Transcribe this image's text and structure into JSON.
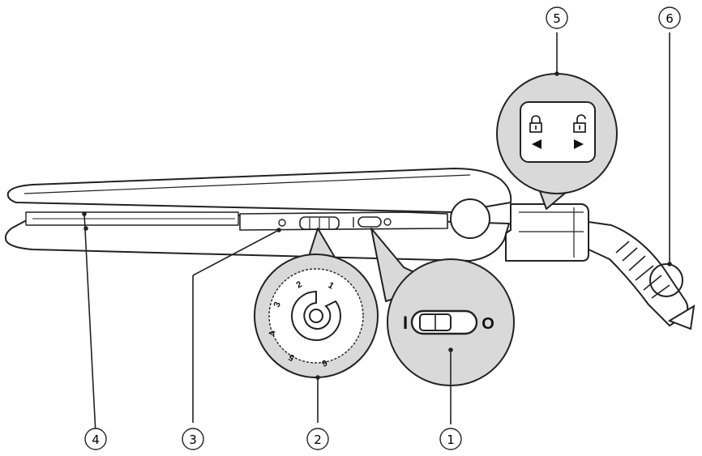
{
  "callouts": [
    {
      "id": "1",
      "label": "1"
    },
    {
      "id": "2",
      "label": "2"
    },
    {
      "id": "3",
      "label": "3"
    },
    {
      "id": "4",
      "label": "4"
    },
    {
      "id": "5",
      "label": "5"
    },
    {
      "id": "6",
      "label": "6"
    }
  ],
  "power_switch": {
    "on_mark": "I",
    "off_mark": "O"
  },
  "temperature_dial": {
    "marks": [
      "1",
      "2",
      "3",
      "4",
      "5",
      "6"
    ]
  },
  "colors": {
    "stroke": "#222222",
    "magnifier_fill": "#d9d9d9",
    "body_fill": "#ffffff"
  }
}
